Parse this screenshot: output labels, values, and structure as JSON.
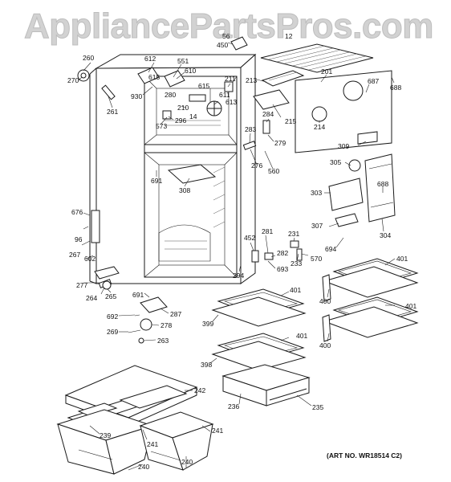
{
  "watermark": "AppliancePartsPros.com",
  "art_no": "(ART NO. WR18514 C2)",
  "labels": {
    "l260": "260",
    "l270": "270",
    "l261": "261",
    "l612": "612",
    "l551": "551",
    "l610": "610",
    "l930": "930",
    "l615a": "615",
    "l615b": "615",
    "l280": "280",
    "l211": "211",
    "l611": "611",
    "l613": "613",
    "l210": "210",
    "l14": "14",
    "l573": "573",
    "l296": "296",
    "l213": "213",
    "l201": "201",
    "l687": "687",
    "l688a": "688",
    "l215": "215",
    "l284": "284",
    "l214": "214",
    "l279": "279",
    "l283": "283",
    "l276": "276",
    "l560": "560",
    "l309": "309",
    "l305": "305",
    "l303": "303",
    "l688b": "688",
    "l691a": "691",
    "l308": "308",
    "l676": "676",
    "l96": "96",
    "l267": "267",
    "l602": "602",
    "l277": "277",
    "l264": "264",
    "l265": "265",
    "l691b": "691",
    "l692": "692",
    "l287": "287",
    "l269": "269",
    "l278": "278",
    "l263": "263",
    "l294": "294",
    "l452": "452",
    "l281": "281",
    "l231": "231",
    "l282": "282",
    "l233": "233",
    "l570": "570",
    "l693": "693",
    "l307": "307",
    "l694": "694",
    "l304": "304",
    "l401a": "401",
    "l400a": "400",
    "l401b": "401",
    "l400b": "400",
    "l401c": "401",
    "l399": "399",
    "l401d": "401",
    "l398": "398",
    "l236": "236",
    "l235": "235",
    "l242": "242",
    "l239": "239",
    "l241a": "241",
    "l241b": "241",
    "l240a": "240",
    "l240b": "240",
    "l450": "450",
    "l56": "56",
    "l12": "12"
  }
}
